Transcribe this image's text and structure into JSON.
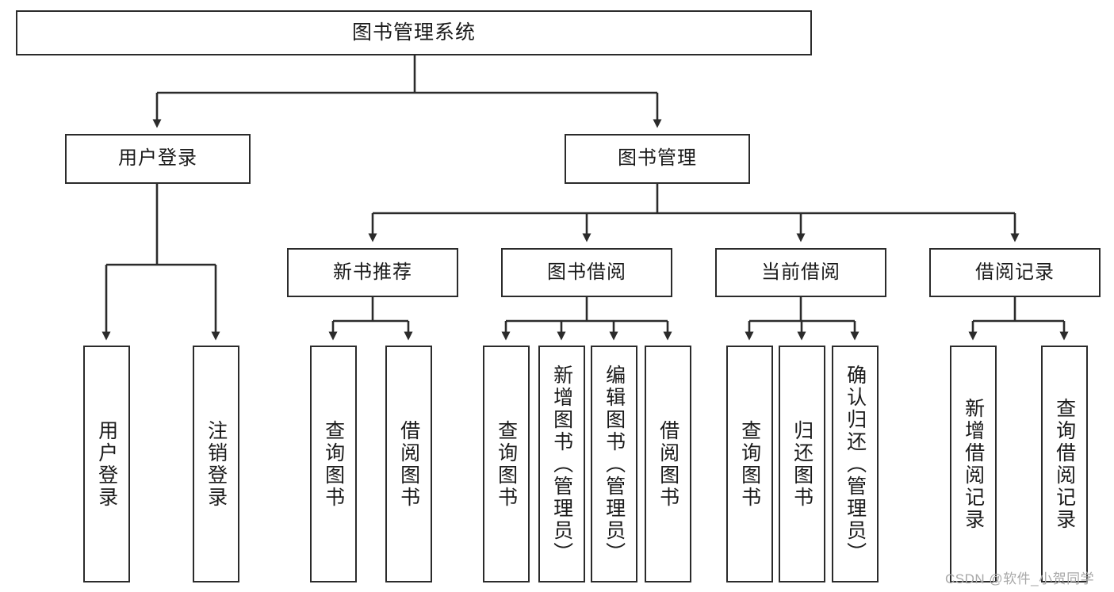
{
  "diagram": {
    "type": "tree",
    "title": "图书管理系统",
    "orientation": "top-down",
    "colors": {
      "border": "#2b2b2b",
      "background": "#ffffff",
      "text": "#1a1a1a",
      "watermark": "#a8a8a8"
    }
  },
  "nodes": {
    "root": {
      "label": "图书管理系统",
      "level": 1
    },
    "l2": [
      {
        "id": "user-login",
        "label": "用户登录",
        "level": 2
      },
      {
        "id": "book-manage",
        "label": "图书管理",
        "level": 2
      }
    ],
    "l3": [
      {
        "id": "new-book-rec",
        "label": "新书推荐",
        "level": 3
      },
      {
        "id": "book-borrow",
        "label": "图书借阅",
        "level": 3
      },
      {
        "id": "current-borrow",
        "label": "当前借阅",
        "level": 3
      },
      {
        "id": "borrow-record",
        "label": "借阅记录",
        "level": 3
      }
    ],
    "leaves": [
      {
        "id": "leaf-user-login",
        "label": "用户登录",
        "parent": "user-login"
      },
      {
        "id": "leaf-logout",
        "label": "注销登录",
        "parent": "user-login"
      },
      {
        "id": "leaf-query-book-1",
        "label": "查询图书",
        "parent": "new-book-rec"
      },
      {
        "id": "leaf-borrow-book-1",
        "label": "借阅图书",
        "parent": "new-book-rec"
      },
      {
        "id": "leaf-query-book-2",
        "label": "查询图书",
        "parent": "book-borrow"
      },
      {
        "id": "leaf-add-book",
        "label": "新增图书（管理员）",
        "parent": "book-borrow"
      },
      {
        "id": "leaf-edit-book",
        "label": "编辑图书（管理员）",
        "parent": "book-borrow"
      },
      {
        "id": "leaf-borrow-book-2",
        "label": "借阅图书",
        "parent": "book-borrow"
      },
      {
        "id": "leaf-query-book-3",
        "label": "查询图书",
        "parent": "current-borrow"
      },
      {
        "id": "leaf-return-book",
        "label": "归还图书",
        "parent": "current-borrow"
      },
      {
        "id": "leaf-confirm-return",
        "label": "确认归还（管理员）",
        "parent": "current-borrow"
      },
      {
        "id": "leaf-add-record",
        "label": "新增借阅记录",
        "parent": "borrow-record"
      },
      {
        "id": "leaf-query-record",
        "label": "查询借阅记录",
        "parent": "borrow-record"
      }
    ]
  },
  "watermark": {
    "text": "CSDN @软件_小贺同学"
  }
}
